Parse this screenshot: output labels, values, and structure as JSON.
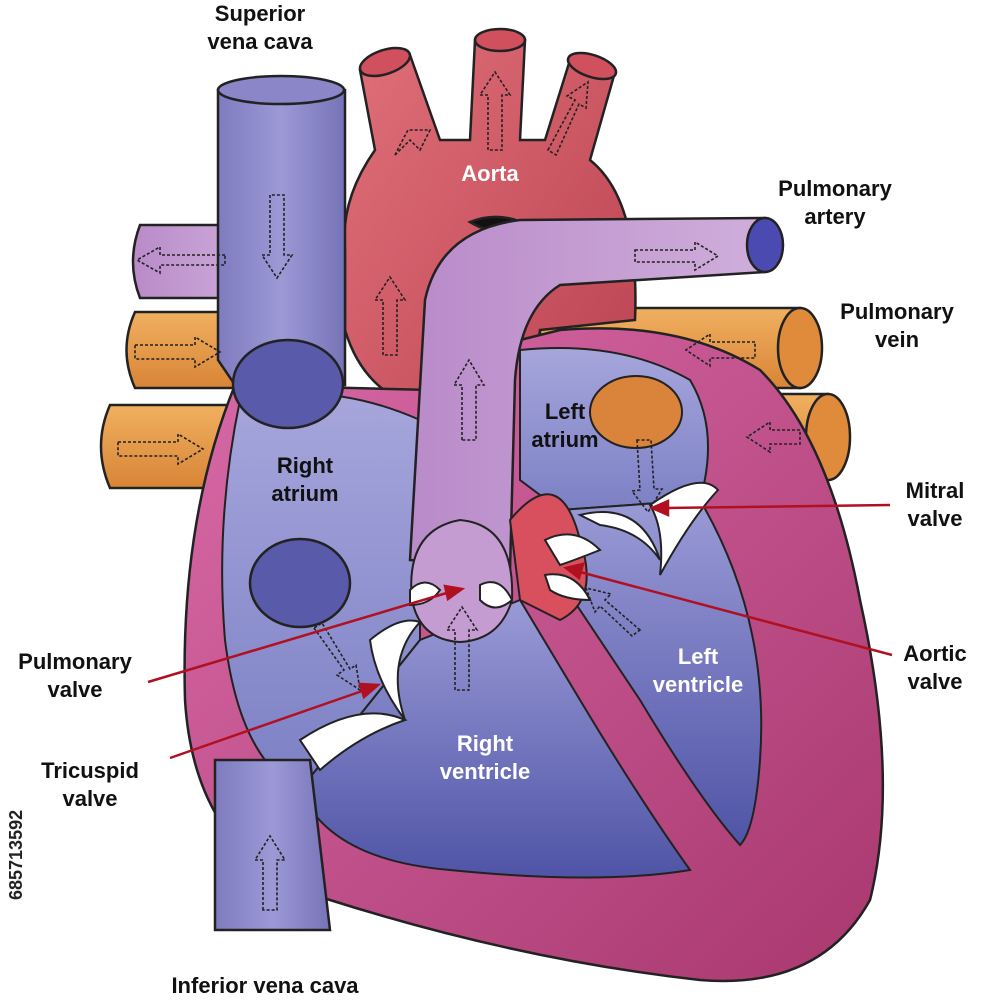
{
  "labels": {
    "superior_vena_cava": [
      "Superior",
      "vena cava"
    ],
    "aorta": "Aorta",
    "pulmonary_artery": [
      "Pulmonary",
      "artery"
    ],
    "pulmonary_vein": [
      "Pulmonary",
      "vein"
    ],
    "left_atrium": [
      "Left",
      "atrium"
    ],
    "right_atrium": [
      "Right",
      "atrium"
    ],
    "mitral_valve": [
      "Mitral",
      "valve"
    ],
    "aortic_valve": [
      "Aortic",
      "valve"
    ],
    "pulmonary_valve": [
      "Pulmonary",
      "valve"
    ],
    "tricuspid_valve": [
      "Tricuspid",
      "valve"
    ],
    "left_ventricle": [
      "Left",
      "ventricle"
    ],
    "right_ventricle": [
      "Right",
      "ventricle"
    ],
    "inferior_vena_cava": "Inferior vena cava"
  },
  "watermark": "685713592",
  "colors": {
    "vena_cava": "#8a86c8",
    "aorta": "#d6606a",
    "pulmonary_artery": "#c29ad0",
    "pulmonary_vein": "#e59a48",
    "heart_wall": "#b8457e",
    "chamber": "#6f72bb",
    "pointer": "#b01020"
  }
}
